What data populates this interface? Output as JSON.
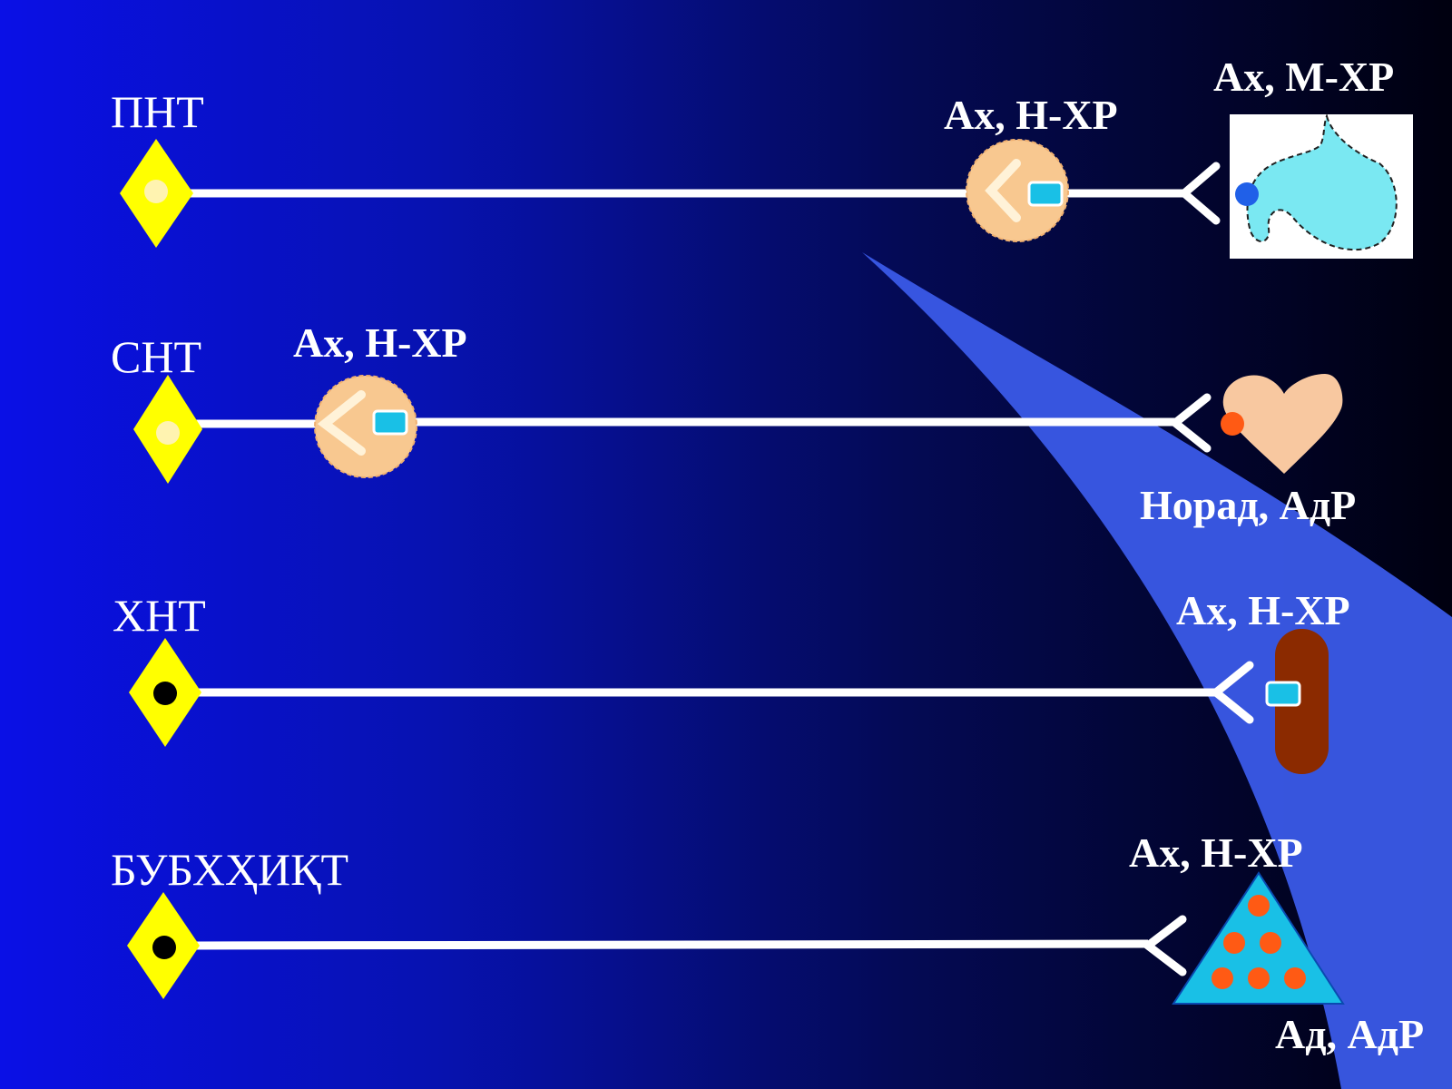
{
  "rows": [
    {
      "label": "ПНТ",
      "ganglion_label": "Ах, Н-ХР",
      "effector_label": "Ах, М-ХР"
    },
    {
      "label": "СНТ",
      "ganglion_label": "Ах, Н-ХР",
      "effector_label": "Норад, АдР"
    },
    {
      "label": "ХНТ",
      "effector_label": "Ах, Н-ХР"
    },
    {
      "label": "БУБХҲИҚТ",
      "receptor_label": "Ах, Н-ХР",
      "effector_label": "Ад, АдР"
    }
  ],
  "colors": {
    "background_left": "#0a10e6",
    "background_right": "#00000f",
    "line": "#ffffff",
    "neuron_body": "#ffff00",
    "nucleus_light": "#fff3b0",
    "nucleus_dark": "#000000",
    "ganglion": "#f8c890",
    "receptor": "#19c0e6",
    "stomach": "#7ae8f2",
    "heart": "#f8c8a0",
    "muscle": "#8b2a00",
    "adrenal": "#19c0e6",
    "dot_orange": "#ff5a14",
    "dot_blue": "#2060e8",
    "wedge": "#3a5ae8"
  },
  "icons": {
    "row1_effector": "stomach-icon",
    "row2_effector": "heart-icon",
    "row3_effector": "skeletal-muscle-icon",
    "row4_effector": "adrenal-gland-icon"
  }
}
